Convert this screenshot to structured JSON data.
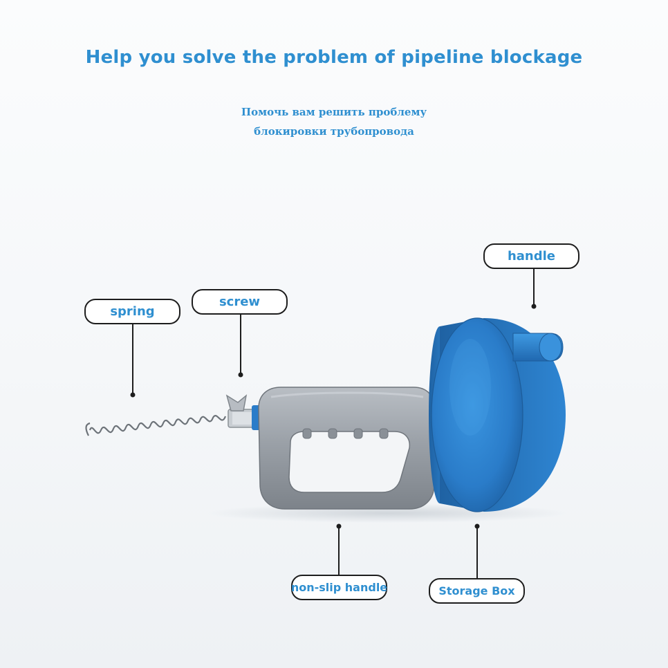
{
  "heading": {
    "english": "Help you solve the problem of pipeline blockage",
    "russian_line1": "Помочь вам решить проблему",
    "russian_line2": "блокировки трубопровода"
  },
  "labels": {
    "spring": "spring",
    "screw": "screw",
    "handle": "handle",
    "non_slip_handle": "non-slip handle",
    "storage_box": "Storage Box"
  },
  "colors": {
    "text_accent": "#2f8fd0",
    "drum_blue": "#2b7fcf",
    "handle_gray": "#9aa1a8",
    "label_border": "#1d1d1d"
  }
}
